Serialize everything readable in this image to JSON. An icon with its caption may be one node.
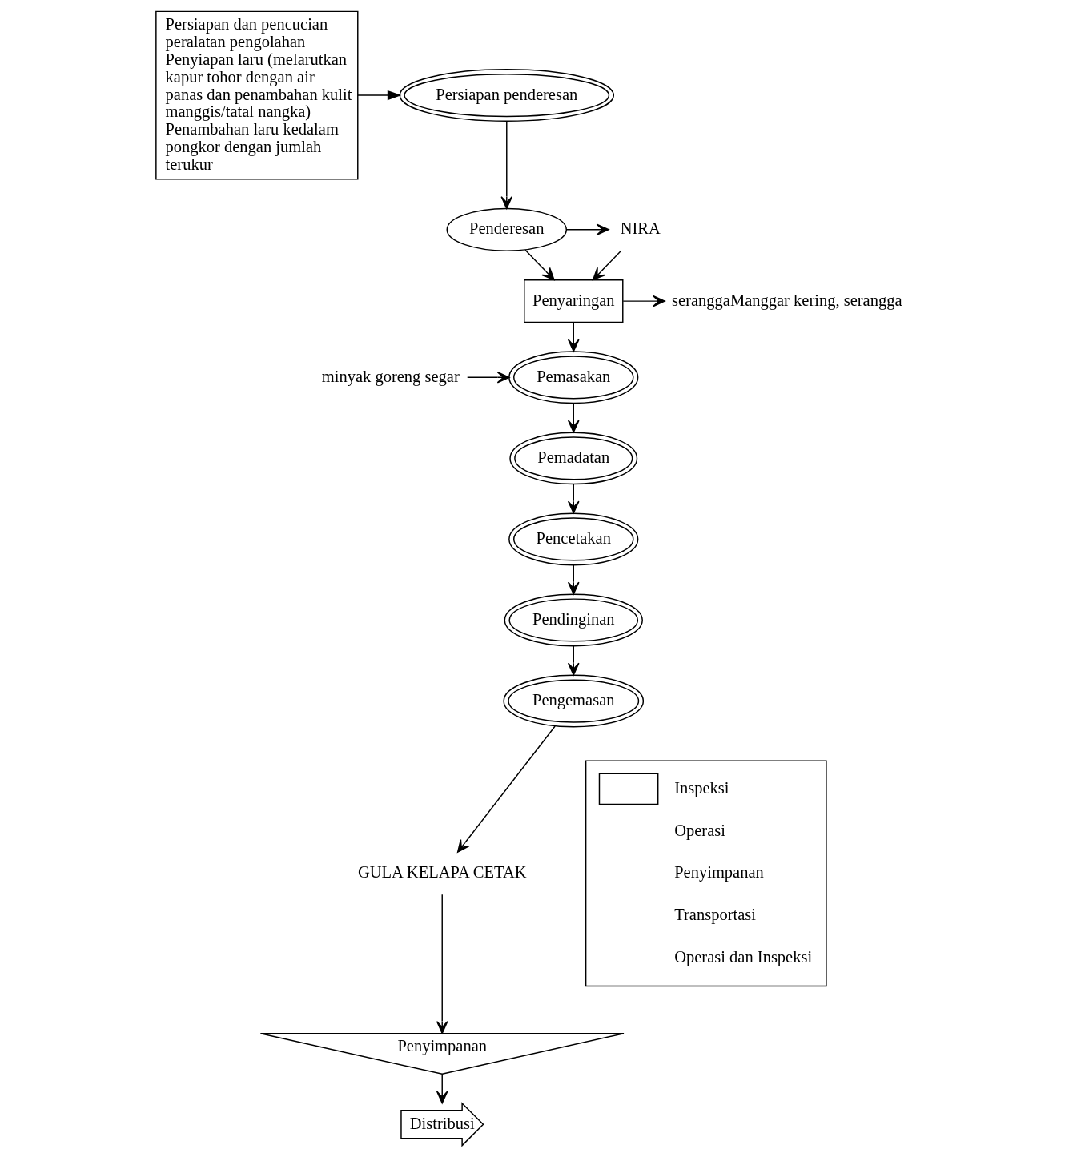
{
  "diagram": {
    "nodes": [
      {
        "text": [
          "Persiapan dan pencucian peralatan pengolahan",
          "Penyiapan laru (melarutkan kapur tohor dengan air panas dan penambahan kulit manggis/tatal nangka)",
          "Penambahan laru kedalam pongkor dengan jumlah terukur"
        ]
      },
      {
        "text": [
          "Persiapan penderesan"
        ]
      },
      {
        "text": [
          "Penderesan"
        ]
      },
      {
        "text": [
          "NIRA"
        ]
      },
      {
        "text": [
          "Penyaringan"
        ]
      },
      {
        "text": [
          "seranggaManggar kering, serangga"
        ]
      },
      {
        "text": [
          "minyak goreng segar"
        ]
      },
      {
        "text": [
          "Pemasakan"
        ]
      },
      {
        "text": [
          "Pemadatan"
        ]
      },
      {
        "text": [
          "Pencetakan"
        ]
      },
      {
        "text": [
          "Pendinginan"
        ]
      },
      {
        "text": [
          "Pengemasan"
        ]
      },
      {
        "text": [
          "GULA KELAPA CETAK"
        ]
      },
      {
        "text": [
          "Penyimpanan"
        ]
      },
      {
        "text": [
          "Distribusi"
        ]
      }
    ],
    "edges": [
      {
        "from": 0,
        "to": 1,
        "arrow": "to"
      },
      {
        "from": 1,
        "to": 2,
        "arrow": "to"
      },
      {
        "from": 2,
        "to": 3,
        "arrow": "to"
      },
      {
        "from": 2,
        "to": 4,
        "arrow": "to"
      },
      {
        "from": 3,
        "to": 4,
        "arrow": "to"
      },
      {
        "from": 4,
        "to": 5,
        "arrow": "to"
      },
      {
        "from": 4,
        "to": 7,
        "arrow": "to"
      },
      {
        "from": 6,
        "to": 7,
        "arrow": "to"
      },
      {
        "from": 7,
        "to": 8,
        "arrow": "to"
      },
      {
        "from": 8,
        "to": 9,
        "arrow": "to"
      },
      {
        "from": 9,
        "to": 10,
        "arrow": "to"
      },
      {
        "from": 10,
        "to": 11,
        "arrow": "to"
      },
      {
        "from": 11,
        "to": 12,
        "arrow": "to"
      },
      {
        "from": 12,
        "to": 13,
        "arrow": "to"
      },
      {
        "from": 13,
        "to": 14,
        "arrow": "to"
      }
    ],
    "legend": [
      {
        "text": "Inspeksi"
      },
      {
        "text": "Operasi"
      },
      {
        "text": "Penyimpanan"
      },
      {
        "text": "Transportasi"
      },
      {
        "text": "Operasi dan Inspeksi"
      }
    ]
  }
}
